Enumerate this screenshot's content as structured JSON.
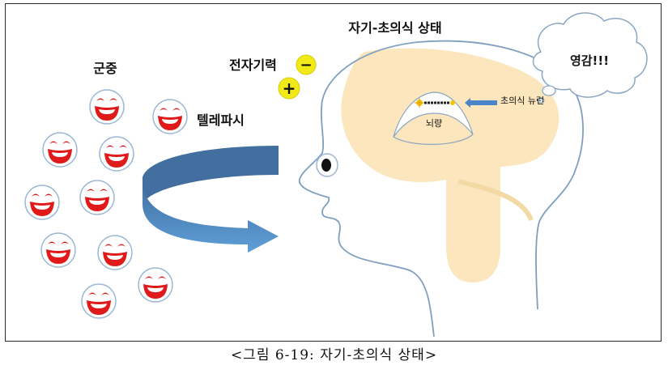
{
  "figure": {
    "title": "자기-초의식 상태",
    "crowd_label": "군중",
    "telepathy_label": "텔레파시",
    "electromagnetic_label": "전자기력",
    "minus_sign": "−",
    "plus_sign": "+",
    "inspiration_label": "영감!!!",
    "neuron_label": "초의식 뉴런",
    "pineal_label": "뇌량",
    "caption": "<그림 6-19: 자기-초의식 상태>"
  },
  "colors": {
    "brain": "#fbe6bd",
    "outline": "#7f9fbf",
    "arrow_dark": "#4a76a8",
    "arrow_light": "#5b9bd5",
    "face_red": "#e01a1a",
    "face_ring": "#9bb7d4",
    "sign_yellow": "#f2ea18"
  }
}
